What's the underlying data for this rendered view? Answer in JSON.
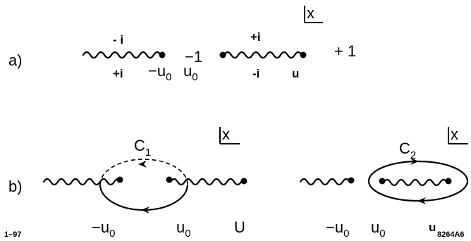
{
  "top_right_label": "x",
  "part_a": {
    "label": "a)",
    "left_prop": {
      "top": "- i",
      "bottom": "+i"
    },
    "left_end": "−u",
    "left_end_sub": "0",
    "minus_one": "−1",
    "u0": "u",
    "u0_sub": "0",
    "right_prop": {
      "top": "+i",
      "bottom": "-i"
    },
    "right_end": "u",
    "plus_one": "+ 1"
  },
  "part_b": {
    "label": "b)",
    "left": {
      "x_label": "x",
      "contour": "C",
      "contour_sub": "1",
      "neg_u0": "−u",
      "neg_u0_sub": "0",
      "u0": "u",
      "u0_sub": "0",
      "u": "U"
    },
    "right": {
      "x_label": "x",
      "contour": "C",
      "contour_sub": "2",
      "neg_u0": "−u",
      "neg_u0_sub": "0",
      "u0": "u",
      "u0_sub": "0",
      "u": "u"
    }
  },
  "footer": {
    "left": "1–97",
    "right": "8264A6"
  }
}
